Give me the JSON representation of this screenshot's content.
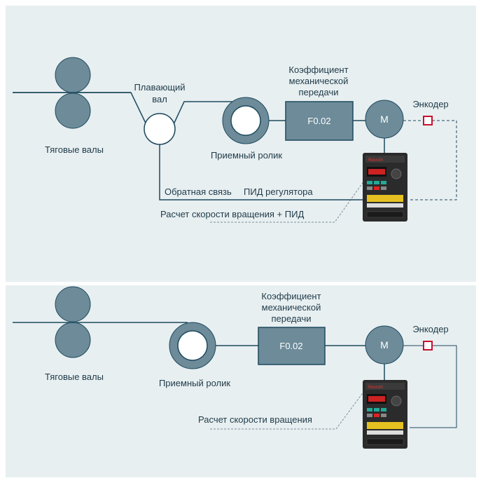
{
  "top": {
    "traction_label": "Тяговые валы",
    "dancer_label_1": "Плавающий",
    "dancer_label_2": "вал",
    "ratio_label_1": "Коэффициент",
    "ratio_label_2": "механической",
    "ratio_label_3": "передачи",
    "ratio_box": "F0.02",
    "motor": "M",
    "encoder": "Энкодер",
    "winder_label": "Приемный ролик",
    "feedback_label": "Обратная связь",
    "pid_label": "ПИД регулятора",
    "speed_label": "Расчет скорости вращения + ПИД"
  },
  "bottom": {
    "traction_label": "Тяговые валы",
    "ratio_label_1": "Коэффициент",
    "ratio_label_2": "механической",
    "ratio_label_3": "передачи",
    "ratio_box": "F0.02",
    "motor": "M",
    "encoder": "Энкодер",
    "winder_label": "Приемный ролик",
    "speed_label": "Расчет скорости вращения"
  },
  "colors": {
    "panel_bg": "#e8eff1",
    "roller": "#6d8b99",
    "line": "#1e4a5e",
    "encoder": "#c8102e",
    "box": "#6d8b99"
  },
  "icons": {
    "vfd": "frequency-inverter-icon",
    "encoder": "encoder-icon",
    "motor": "motor-icon"
  }
}
